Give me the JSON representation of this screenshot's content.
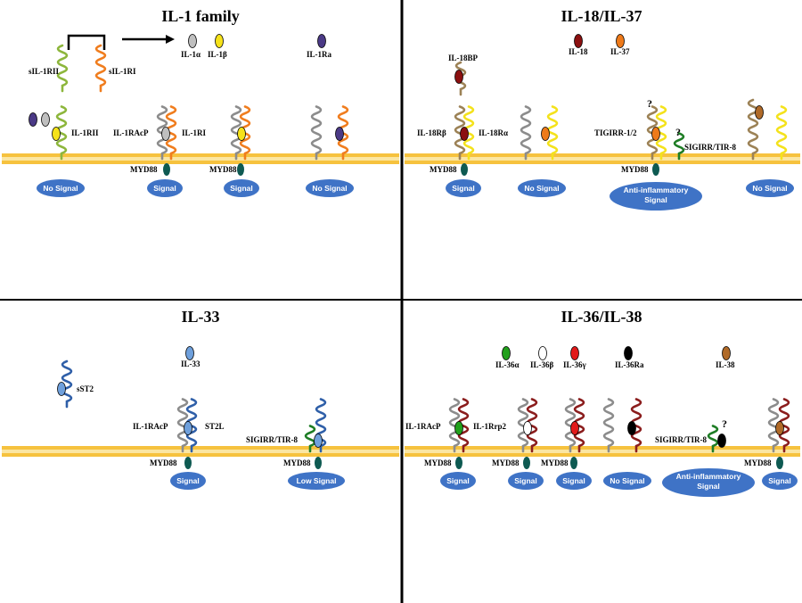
{
  "colors": {
    "membrane": "#f6c23e",
    "myd88": "#0e5a52",
    "signal": "#3f73c6",
    "divider": "#000000",
    "receptor_green": "#8db63c",
    "receptor_orange": "#f07d1e",
    "receptor_gray": "#8c8c8c",
    "receptor_tan": "#9c8256",
    "receptor_yellow": "#f4e21c",
    "receptor_blue": "#2f5fa8",
    "receptor_darkred": "#8b1d1d",
    "receptor_darkgreen": "#1e7d25",
    "ligand_gray": "#bfbfbf",
    "ligand_yellow": "#f6e21a",
    "ligand_purple": "#4b3a86",
    "ligand_darkred": "#8b1010",
    "ligand_orange": "#ee7a1a",
    "ligand_lightblue": "#6fa0dc",
    "ligand_green": "#22a01c",
    "ligand_white": "#ffffff",
    "ligand_red": "#e21a1a",
    "ligand_black": "#000000",
    "ligand_brown": "#b06a28"
  },
  "panels": {
    "il1": {
      "title": "IL-1 family",
      "labels": {
        "sil1rii": "sIL-1RII",
        "sil1ri": "sIL-1RI",
        "il1a": "IL-1α",
        "il1b": "IL-1β",
        "il1ra": "IL-1Ra",
        "il1rii": "IL-1RII",
        "il1racp": "IL-1RAcP",
        "il1ri": "IL-1RI",
        "myd88_a": "MYD88",
        "myd88_b": "MYD88"
      },
      "signals": [
        "No Signal",
        "Signal",
        "Signal",
        "No Signal"
      ]
    },
    "il18": {
      "title": "IL-18/IL-37",
      "labels": {
        "il18bp": "IL-18BP",
        "il18": "IL-18",
        "il37": "IL-37",
        "il18rb": "IL-18Rβ",
        "il18ra": "IL-18Rα",
        "tigirr": "TIGIRR-1/2",
        "sigirr": "SIGIRR/TIR-8",
        "myd88_a": "MYD88",
        "myd88_b": "MYD88",
        "q1": "?",
        "q2": "?"
      },
      "signals": [
        "Signal",
        "No Signal",
        "Anti-inflammatory",
        "Signal",
        "No Signal"
      ]
    },
    "il33": {
      "title": "IL-33",
      "labels": {
        "sst2": "sST2",
        "il33": "IL-33",
        "il1racp": "IL-1RAcP",
        "st2l": "ST2L",
        "sigirr": "SIGIRR/TIR-8",
        "myd88_a": "MYD88",
        "myd88_b": "MYD88"
      },
      "signals": [
        "Signal",
        "Low Signal"
      ]
    },
    "il36": {
      "title": "IL-36/IL-38",
      "labels": {
        "il36a": "IL-36α",
        "il36b": "IL-36β",
        "il36g": "IL-36γ",
        "il36ra": "IL-36Ra",
        "il38": "IL-38",
        "il1racp": "IL-1RAcP",
        "il1rrp2": "IL-1Rrp2",
        "sigirr": "SIGIRR/TIR-8",
        "myd88_a": "MYD88",
        "myd88_b": "MYD88",
        "myd88_c": "MYD88",
        "myd88_d": "MYD88",
        "q1": "?"
      },
      "signals": [
        "Signal",
        "Signal",
        "Signal",
        "No Signal",
        "Anti-inflammatory",
        "Signal",
        "Signal"
      ]
    }
  }
}
